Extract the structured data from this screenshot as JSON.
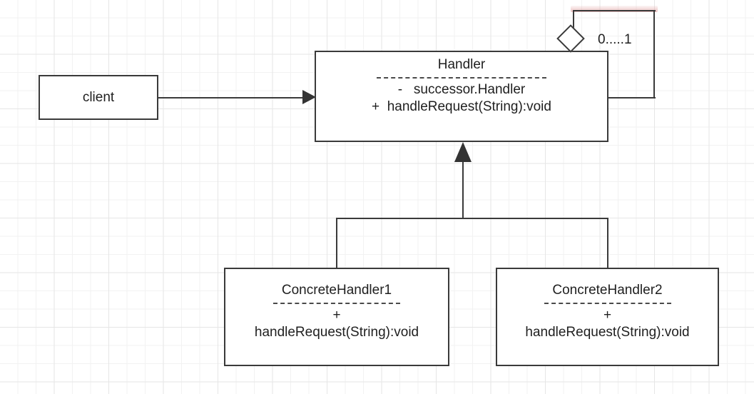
{
  "diagram": {
    "type": "uml-class-diagram",
    "pattern": "Chain of Responsibility",
    "background": "#ffffff",
    "grid_color": "#f2f2f2",
    "stroke_color": "#3a3a3a",
    "highlight_color": "#e2a8a8"
  },
  "classes": {
    "client": {
      "name": "client",
      "members": []
    },
    "handler": {
      "name": "Handler",
      "members": [
        "-   successor.Handler",
        "+  handleRequest(String):void"
      ],
      "member_line_1": "-   successor.Handler",
      "member_line_2": "+  handleRequest(String):void"
    },
    "concrete_handler_1": {
      "name": "ConcreteHandler1",
      "member_line_1": "+",
      "member_line_2": "handleRequest(String):void"
    },
    "concrete_handler_2": {
      "name": "ConcreteHandler2",
      "member_line_1": "+",
      "member_line_2": "handleRequest(String):void"
    }
  },
  "relations": {
    "client_to_handler": {
      "kind": "association",
      "arrowhead": "solid-triangle",
      "from": "client",
      "to": "Handler"
    },
    "generalization": {
      "kind": "generalization",
      "arrowhead": "solid-triangle",
      "from": [
        "ConcreteHandler1",
        "ConcreteHandler2"
      ],
      "to": "Handler"
    },
    "self_aggregation": {
      "kind": "aggregation",
      "arrowhead": "hollow-diamond",
      "from": "Handler",
      "to": "Handler",
      "multiplicity": "0.....1"
    }
  }
}
